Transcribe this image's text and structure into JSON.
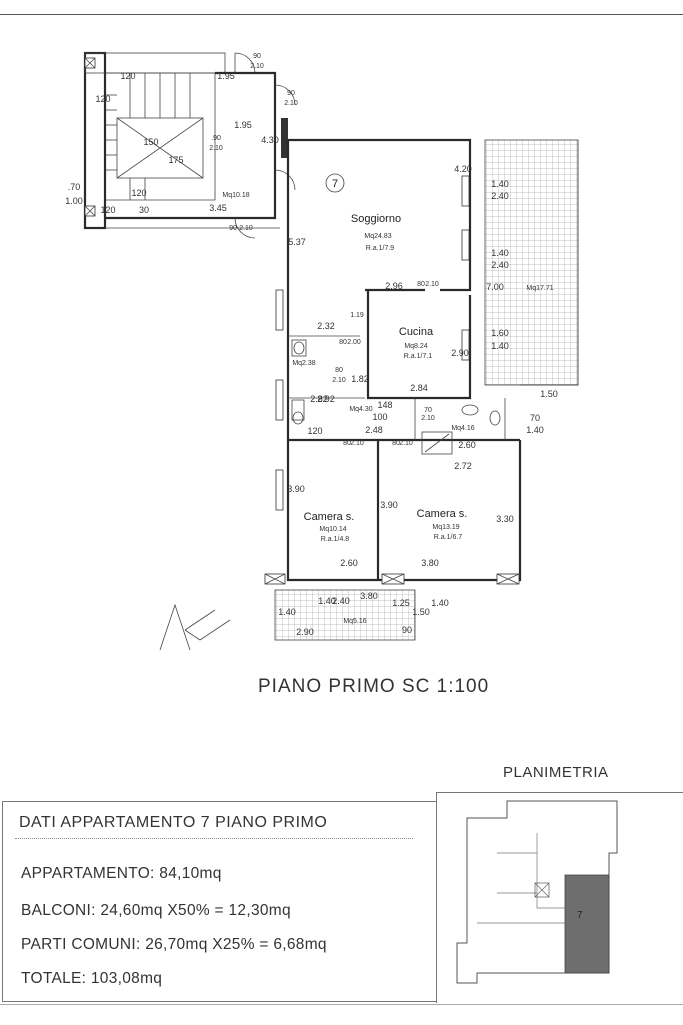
{
  "drawing": {
    "title": "PIANO PRIMO SC 1:100",
    "apartment_number": "7",
    "rooms": [
      {
        "id": "soggiorno",
        "name": "Soggiorno",
        "area": "Mq24.83",
        "ratio": "R.a.1/7.9"
      },
      {
        "id": "cucina",
        "name": "Cucina",
        "area": "Mq8.24",
        "ratio": "R.a.1/7.1"
      },
      {
        "id": "camera-left",
        "name": "Camera s.",
        "area": "Mq10.14",
        "ratio": "R.a.1/4.8"
      },
      {
        "id": "camera-right",
        "name": "Camera s.",
        "area": "Mq13.19",
        "ratio": "R.a.1/6.7"
      }
    ],
    "areas": {
      "landing": "Mq10.18",
      "wc": "Mq2.38",
      "hall": "Mq4.30",
      "bath": "Mq4.16",
      "terrace": "Mq17.71",
      "balcony": "Mq5.16"
    },
    "dimensions": [
      "120",
      "1.95",
      "90",
      "2.10",
      "90",
      "2.10",
      "120",
      "150",
      "175",
      "1.95",
      ".90",
      "2.10",
      "4.30",
      "120",
      "3.45",
      "Mq10.18",
      ".70",
      "1.00",
      "120",
      "30",
      "90",
      "2.10",
      "5.37",
      "4.20",
      "1.40",
      "2.40",
      "1.40",
      "2.40",
      "7.00",
      "1.60",
      "1.40",
      "2.96",
      "80",
      "2.10",
      "1.19",
      "2.32",
      "80",
      "2.00",
      "2.90",
      "80",
      "2.10",
      "1.82",
      "2.84",
      "2.82",
      "2.92",
      "148",
      "100",
      "70",
      "2.10",
      "70",
      "1.40",
      "120",
      "2.48",
      "80",
      "2.10",
      "80",
      "2.10",
      "2.60",
      "2.72",
      "3.90",
      "3.90",
      "3.30",
      "2.60",
      "3.80",
      "3.80",
      "1.40",
      "2.40",
      "1.25",
      "1.40",
      "1.40",
      "2.90",
      "1.50",
      "1.50",
      "90"
    ]
  },
  "data_box": {
    "header": "DATI APPARTAMENTO 7 PIANO PRIMO",
    "appartamento": "APPARTAMENTO: 84,10mq",
    "balconi": "BALCONI: 24,60mq X50% = 12,30mq",
    "parti_comuni": "PARTI COMUNI: 26,70mq X25% = 6,68mq",
    "totale": "TOTALE: 103,08mq"
  },
  "key_plan": {
    "label": "PLANIMETRIA",
    "unit_marker": "7"
  }
}
